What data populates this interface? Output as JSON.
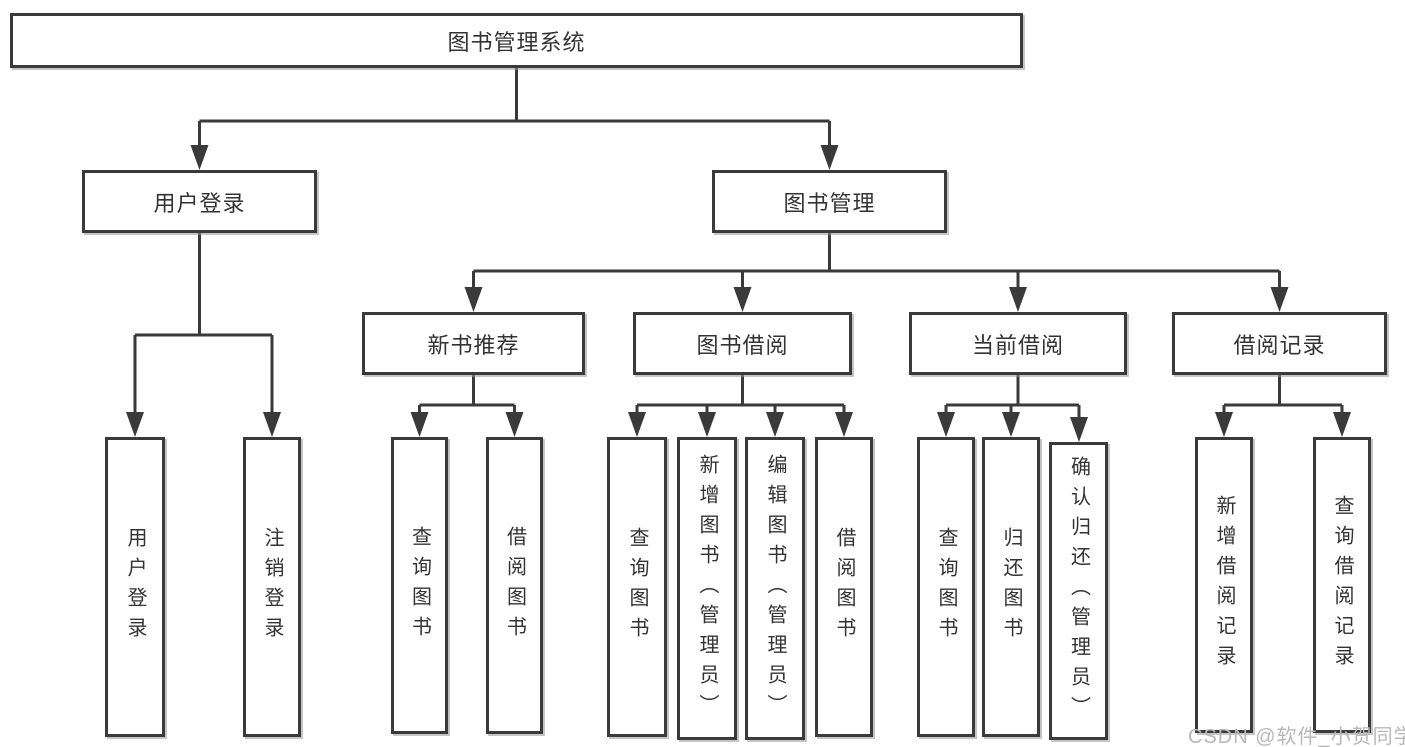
{
  "diagram_type": "hierarchy-tree",
  "colors": {
    "line": "#3a3a3a",
    "box_border": "#3a3a3a",
    "text": "#333333",
    "background": "#ffffff",
    "watermark": "#b8b8b8"
  },
  "tree": {
    "label": "图书管理系统",
    "children": [
      {
        "label": "用户登录",
        "children": [
          {
            "label": "用户登录"
          },
          {
            "label": "注销登录"
          }
        ]
      },
      {
        "label": "图书管理",
        "children": [
          {
            "label": "新书推荐",
            "children": [
              {
                "label": "查询图书"
              },
              {
                "label": "借阅图书"
              }
            ]
          },
          {
            "label": "图书借阅",
            "children": [
              {
                "label": "查询图书"
              },
              {
                "label": "新增图书（管理员）"
              },
              {
                "label": "编辑图书（管理员）"
              },
              {
                "label": "借阅图书"
              }
            ]
          },
          {
            "label": "当前借阅",
            "children": [
              {
                "label": "查询图书"
              },
              {
                "label": "归还图书"
              },
              {
                "label": "确认归还（管理员）"
              }
            ]
          },
          {
            "label": "借阅记录",
            "children": [
              {
                "label": "新增借阅记录"
              },
              {
                "label": "查询借阅记录"
              }
            ]
          }
        ]
      }
    ]
  },
  "watermark": {
    "text": "CSDN @软件_小贺同学"
  }
}
